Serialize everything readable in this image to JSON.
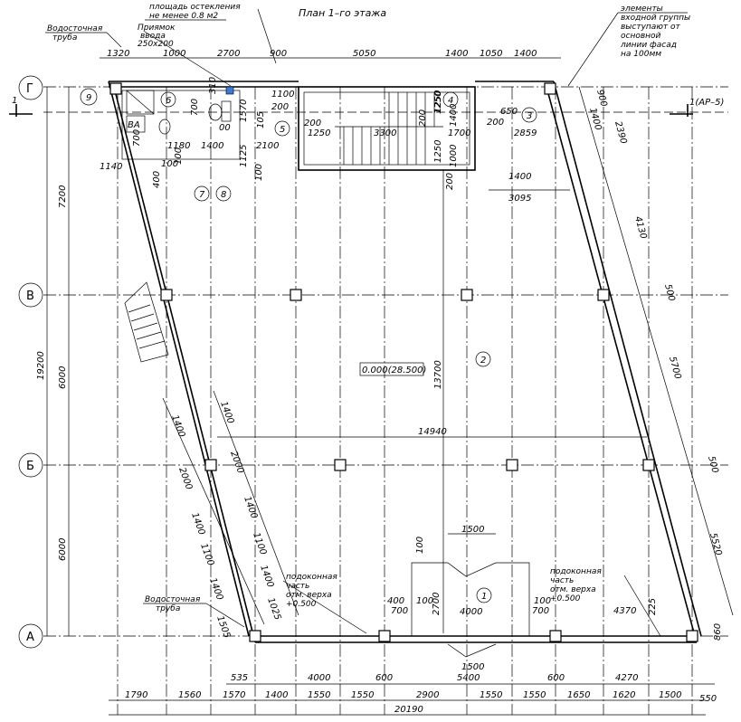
{
  "title": "План 1–го этажа",
  "axes": {
    "g": "Г",
    "v": "В",
    "b": "Б",
    "a": "А"
  },
  "section_mark": "1(АР–5)",
  "section_mark_left": "1",
  "area_label": "0.000(28.500)",
  "rooms": [
    "1",
    "2",
    "3",
    "4",
    "5",
    "6",
    "7",
    "8",
    "9"
  ],
  "notes": {
    "glazing": "площадь остекления не менее 0.8 м2",
    "drainpipe_top": "Водосточная труба",
    "drainpipe_bottom": "Водосточная труба",
    "inlet": "Приямок ввода 250х200",
    "entry": "элементы входной группы выступают от основной линии фасад на 100мм",
    "sill_left": "подоконная часть отм. верха +0.500",
    "sill_right": "подоконная часть отм. верха +0.500"
  },
  "dims": {
    "top_row": [
      "1320",
      "1000",
      "2700",
      "900",
      "5050",
      "1400",
      "1050",
      "1400"
    ],
    "bottom_row1": [
      "535",
      "4000",
      "600",
      "5400",
      "600",
      "4270",
      "550"
    ],
    "bottom_row2": [
      "1790",
      "1560",
      "1570",
      "1400",
      "1550",
      "1550",
      "2900",
      "1550",
      "1550",
      "1650",
      "1620",
      "1500"
    ],
    "total": "20190",
    "left_vertical": [
      "7200",
      "19200",
      "6000",
      "6000"
    ],
    "center_vertical": "13700",
    "center_horizontal": "14940",
    "right": [
      "900",
      "1400",
      "2390",
      "4130",
      "500",
      "5700",
      "500",
      "5520",
      "225",
      "860"
    ],
    "diag_left": [
      "1400",
      "1400",
      "2000",
      "2000",
      "1400",
      "1400",
      "1100",
      "1100",
      "1400",
      "1400",
      "1025",
      "1505"
    ],
    "interior": [
      "1100",
      "200",
      "200",
      "1250",
      "3300",
      "200",
      "1250",
      "1400",
      "650",
      "1250",
      "1700",
      "200",
      "2859",
      "1400",
      "3095",
      "1000",
      "1250",
      "200",
      "700",
      "1570",
      "105",
      "700",
      "1180",
      "1400",
      "2100",
      "100",
      "100",
      "400",
      "1140",
      "1125",
      "100",
      "310",
      "00"
    ],
    "entry_bottom": [
      "1500",
      "100",
      "400",
      "100",
      "700",
      "2700",
      "4000",
      "100",
      "700",
      "4370",
      "1500"
    ]
  },
  "wc_label": "ВА"
}
